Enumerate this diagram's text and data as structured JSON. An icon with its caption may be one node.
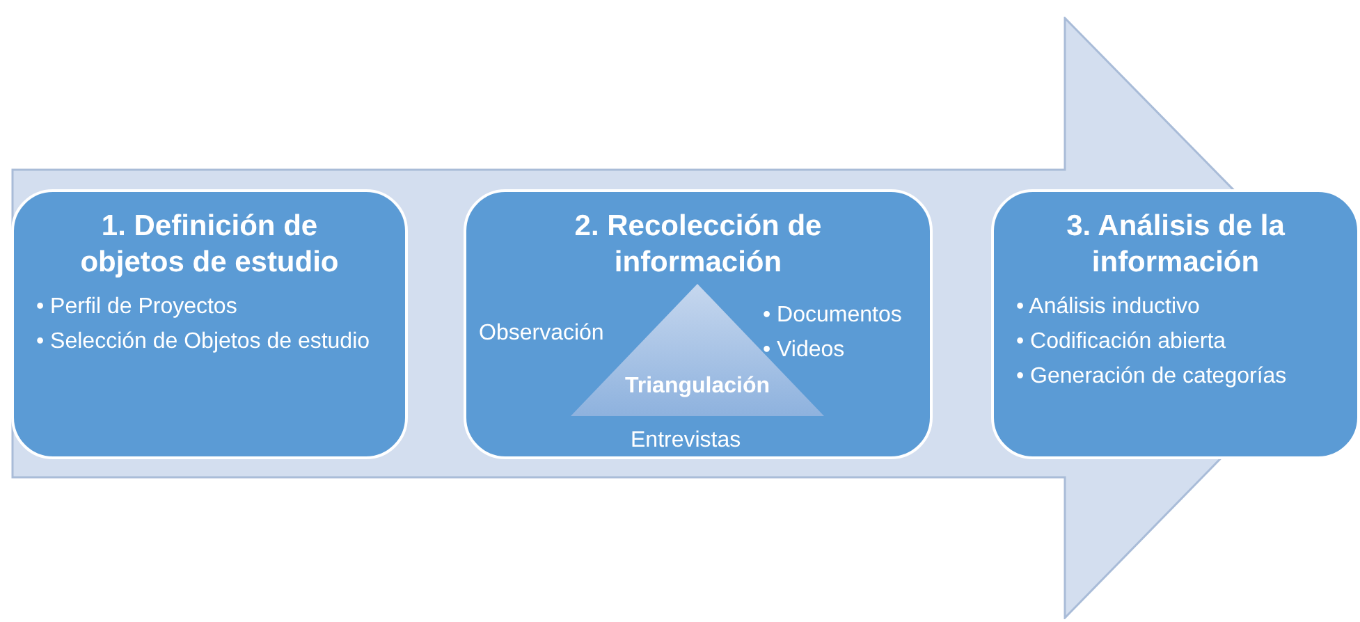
{
  "diagram": {
    "nodes": [
      {
        "text": [],
        "shape": "arrow"
      },
      {
        "text": [
          "1. Definición de objetos de estudio",
          "• Perfil de Proyectos",
          "• Selección de Objetos de estudio"
        ],
        "in": 0
      },
      {
        "text": [
          "2. Recolección de información"
        ],
        "in": 0
      },
      {
        "text": [
          "Triangulación"
        ],
        "in": 2,
        "beside": [
          "Observación",
          "• Documentos",
          "• Videos",
          "Entrevistas"
        ]
      },
      {
        "text": [
          "3. Análisis de la información",
          "• Análisis inductivo",
          "• Codificación abierta",
          "• Generación de categorías"
        ],
        "in": 0
      }
    ],
    "edges": []
  }
}
